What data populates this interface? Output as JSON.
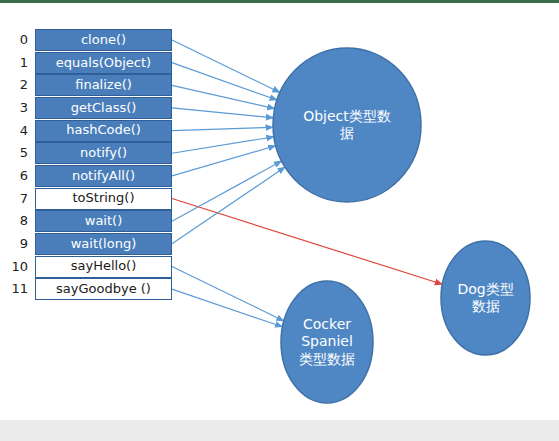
{
  "diagram": {
    "nodes": [
      {
        "text": [
          "clone()"
        ]
      },
      {
        "text": [
          "equals(Object)"
        ]
      },
      {
        "text": [
          "finalize()"
        ]
      },
      {
        "text": [
          "getClass()"
        ]
      },
      {
        "text": [
          "hashCode()"
        ]
      },
      {
        "text": [
          "notify()"
        ]
      },
      {
        "text": [
          "notifyAll()"
        ]
      },
      {
        "text": [
          "toString()"
        ]
      },
      {
        "text": [
          "wait()"
        ]
      },
      {
        "text": [
          "wait(long)"
        ]
      },
      {
        "text": [
          "sayHello()"
        ]
      },
      {
        "text": [
          "sayGoodbye ()"
        ]
      },
      {
        "text": [
          "Object类型数据"
        ]
      },
      {
        "text": [
          "Dog类型数据"
        ]
      },
      {
        "text": [
          "Cocker Spaniel 类型数据"
        ]
      }
    ],
    "edges": [
      {
        "from": 0,
        "to": 12,
        "arrow": "to"
      },
      {
        "from": 1,
        "to": 12,
        "arrow": "to"
      },
      {
        "from": 2,
        "to": 12,
        "arrow": "to"
      },
      {
        "from": 3,
        "to": 12,
        "arrow": "to"
      },
      {
        "from": 4,
        "to": 12,
        "arrow": "to"
      },
      {
        "from": 5,
        "to": 12,
        "arrow": "to"
      },
      {
        "from": 6,
        "to": 12,
        "arrow": "to"
      },
      {
        "from": 7,
        "to": 13,
        "arrow": "to"
      },
      {
        "from": 8,
        "to": 12,
        "arrow": "to"
      },
      {
        "from": 9,
        "to": 12,
        "arrow": "to"
      },
      {
        "from": 10,
        "to": 14,
        "arrow": "to"
      },
      {
        "from": 11,
        "to": 14,
        "arrow": "to"
      }
    ],
    "labels": [
      "0",
      "1",
      "2",
      "3",
      "4",
      "5",
      "6",
      "7",
      "8",
      "9",
      "10",
      "11"
    ]
  }
}
